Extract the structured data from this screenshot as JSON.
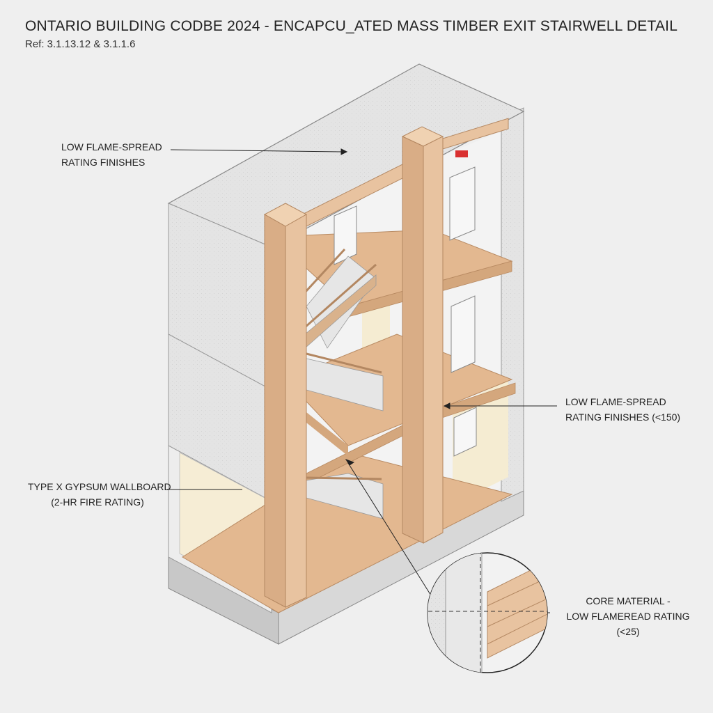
{
  "title": "ONTARIO BUILDING CODBE 2024 - ENCAPCU_ATED MASS TIMBER EXIT STAIRWELL DETAIL",
  "reference": "Ref: 3.1.13.12 & 3.1.1.6",
  "labels": {
    "top_left": [
      "LOW FLAME-SPREAD",
      "RATING FINISHES"
    ],
    "right_mid": [
      "LOW FLAME-SPREAD",
      "RATING FINISHES (<150)"
    ],
    "left_gypsum": [
      "TYPE X GYPSUM WALLBOARD",
      "(2-HR FIRE RATING)"
    ],
    "detail_core": [
      "CORE MATERIAL -",
      "LOW FLAMEREAD RATING",
      "(<25)"
    ]
  },
  "colors": {
    "timber": "#e8c3a0",
    "timber_dark": "#c99c74",
    "floor": "#e3b890",
    "gypsum": "#e3e3e3",
    "concrete": "#cfcfcf",
    "cream": "#f5ecd2",
    "exit_sign": "#d93030"
  }
}
